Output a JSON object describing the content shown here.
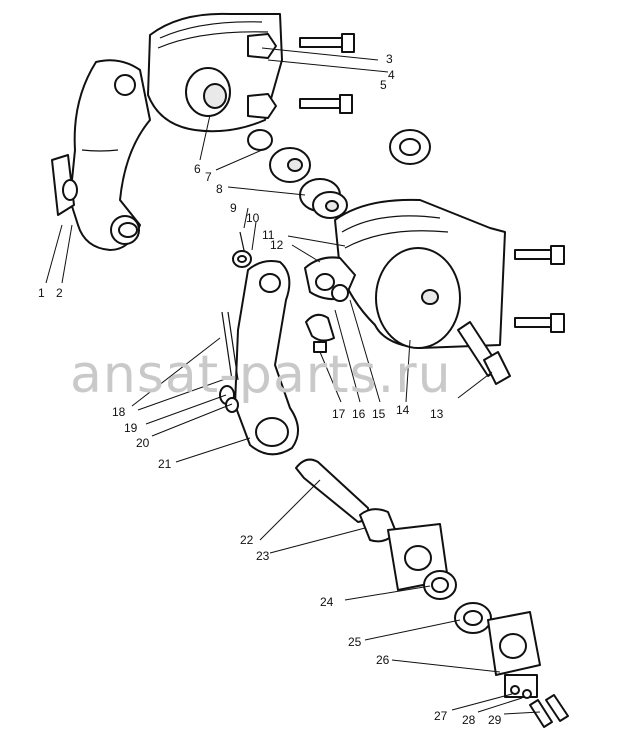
{
  "watermark": "ansat-parts.ru",
  "callouts": [
    {
      "id": "c1",
      "text": "1"
    },
    {
      "id": "c2",
      "text": "2"
    },
    {
      "id": "c3",
      "text": "3"
    },
    {
      "id": "c4",
      "text": "4"
    },
    {
      "id": "c5",
      "text": "5"
    },
    {
      "id": "c6",
      "text": "6"
    },
    {
      "id": "c7",
      "text": "7"
    },
    {
      "id": "c8",
      "text": "8"
    },
    {
      "id": "c9",
      "text": "9"
    },
    {
      "id": "c10",
      "text": "10"
    },
    {
      "id": "c11",
      "text": "11"
    },
    {
      "id": "c12",
      "text": "12"
    },
    {
      "id": "c13",
      "text": "13"
    },
    {
      "id": "c14",
      "text": "14"
    },
    {
      "id": "c15",
      "text": "15"
    },
    {
      "id": "c16",
      "text": "16"
    },
    {
      "id": "c17",
      "text": "17"
    },
    {
      "id": "c18",
      "text": "18"
    },
    {
      "id": "c19",
      "text": "19"
    },
    {
      "id": "c20",
      "text": "20"
    },
    {
      "id": "c21",
      "text": "21"
    },
    {
      "id": "c22",
      "text": "22"
    },
    {
      "id": "c23",
      "text": "23"
    },
    {
      "id": "c24",
      "text": "24"
    },
    {
      "id": "c25",
      "text": "25"
    },
    {
      "id": "c26",
      "text": "26"
    },
    {
      "id": "c27",
      "text": "27"
    },
    {
      "id": "c28",
      "text": "28"
    },
    {
      "id": "c29",
      "text": "29"
    }
  ]
}
